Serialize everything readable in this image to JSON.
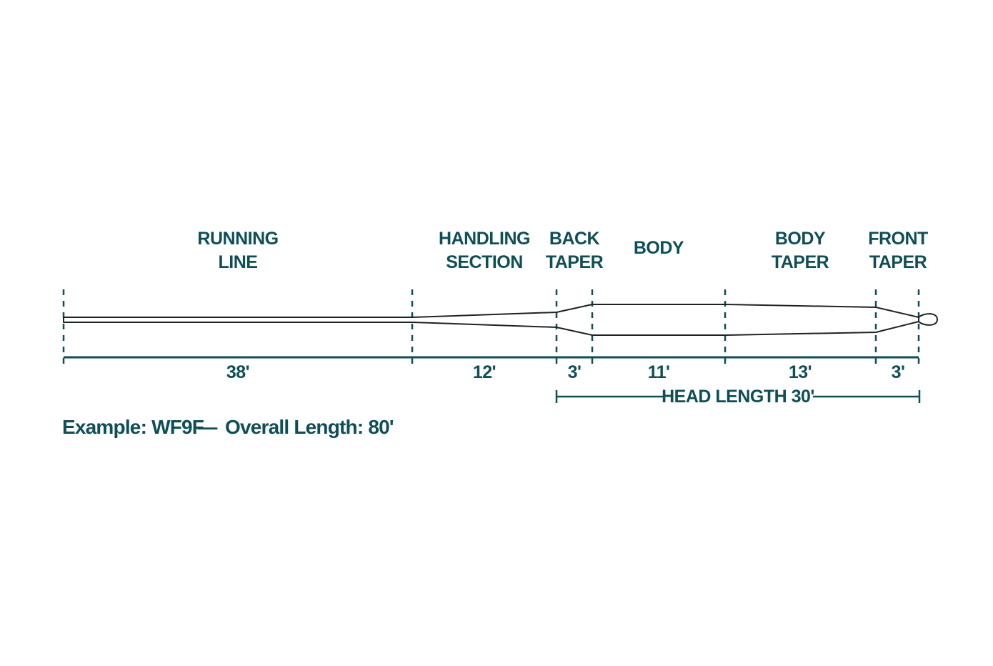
{
  "colors": {
    "accent": "#0d4f57",
    "line": "#1e2326",
    "background": "#ffffff"
  },
  "sections": [
    {
      "label_lines": [
        "RUNNING",
        "LINE"
      ],
      "length": "38'"
    },
    {
      "label_lines": [
        "HANDLING",
        "SECTION"
      ],
      "length": "12'"
    },
    {
      "label_lines": [
        "BACK",
        "TAPER"
      ],
      "length": "3'"
    },
    {
      "label_lines": [
        "BODY"
      ],
      "length": "11'"
    },
    {
      "label_lines": [
        "BODY",
        "TAPER"
      ],
      "length": "13'"
    },
    {
      "label_lines": [
        "FRONT",
        "TAPER"
      ],
      "length": "3'"
    }
  ],
  "head_length_label": "HEAD LENGTH 30'",
  "example": {
    "prefix": "Example: WF9F",
    "dash": "—",
    "suffix": "Overall Length: 80'"
  }
}
